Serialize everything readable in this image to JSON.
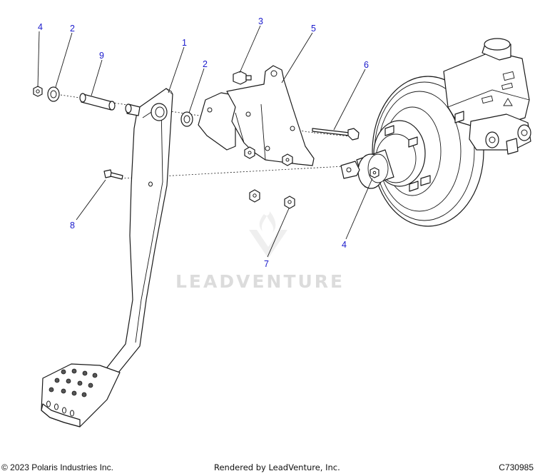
{
  "callouts": {
    "c1": "1",
    "c2a": "2",
    "c2b": "2",
    "c3": "3",
    "c4a": "4",
    "c4b": "4",
    "c5": "5",
    "c6": "6",
    "c7": "7",
    "c8": "8",
    "c9": "9"
  },
  "watermark": {
    "text": "LEADVENTURE"
  },
  "footer": {
    "copyright": "© 2023 Polaris Industries Inc.",
    "rendered_by": "Rendered by LeadVenture, Inc.",
    "diagram_id": "C730985"
  },
  "colors": {
    "callout": "#1a1acc",
    "line": "#1a1a1a",
    "watermark": "#dcdcdc"
  }
}
